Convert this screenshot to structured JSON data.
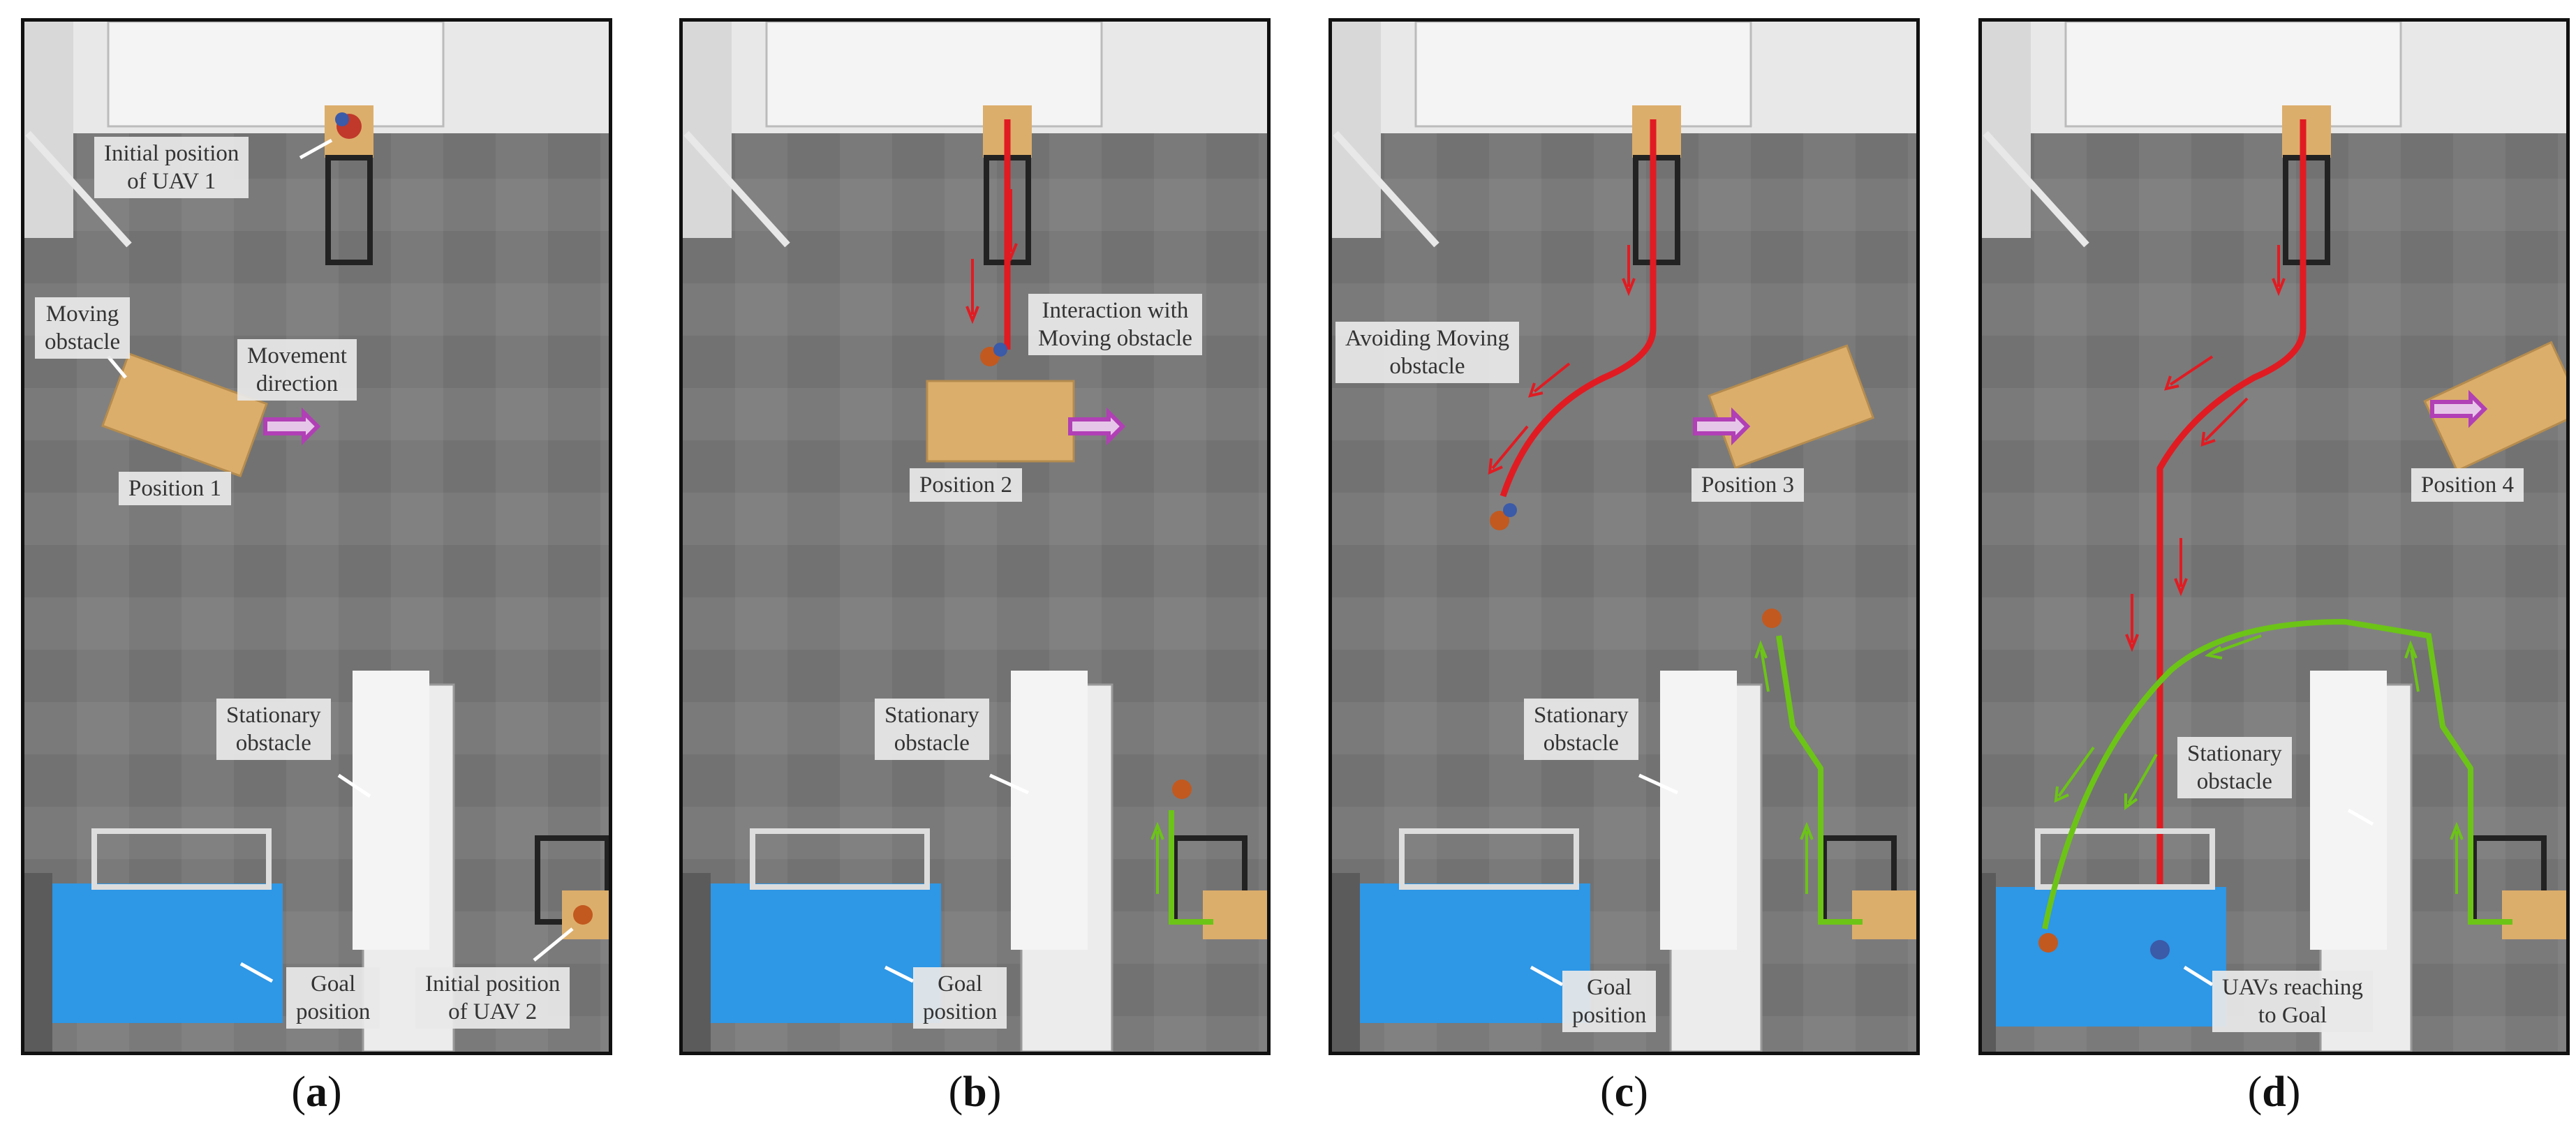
{
  "panels": [
    {
      "caption_open": "(",
      "caption_letter": "a",
      "caption_close": ")",
      "labels": {
        "initial_uav1": "Initial position\nof UAV 1",
        "moving_obstacle": "Moving\nobstacle",
        "movement_direction": "Movement\ndirection",
        "position": "Position 1",
        "stationary": "Stationary\nobstacle",
        "goal": "Goal\nposition",
        "initial_uav2": "Initial position\nof UAV 2"
      }
    },
    {
      "caption_open": "(",
      "caption_letter": "b",
      "caption_close": ")",
      "labels": {
        "interaction": "Interaction with\nMoving obstacle",
        "position": "Position 2",
        "stationary": "Stationary\nobstacle",
        "goal": "Goal\nposition"
      }
    },
    {
      "caption_open": "(",
      "caption_letter": "c",
      "caption_close": ")",
      "labels": {
        "avoiding": "Avoiding Moving\nobstacle",
        "position": "Position 3",
        "stationary": "Stationary\nobstacle",
        "goal": "Goal\nposition"
      }
    },
    {
      "caption_open": "(",
      "caption_letter": "d",
      "caption_close": ")",
      "labels": {
        "position": "Position 4",
        "stationary": "Stationary\nobstacle",
        "reaching": "UAVs reaching\nto Goal"
      }
    }
  ],
  "colors": {
    "floor": "#7c7c7c",
    "uav1_path": "#e11b22",
    "uav2_path": "#6cc417",
    "direction_arrow": "#b13fb5",
    "goal_box": "#2e97e6",
    "cardboard": "#dcae6b"
  }
}
